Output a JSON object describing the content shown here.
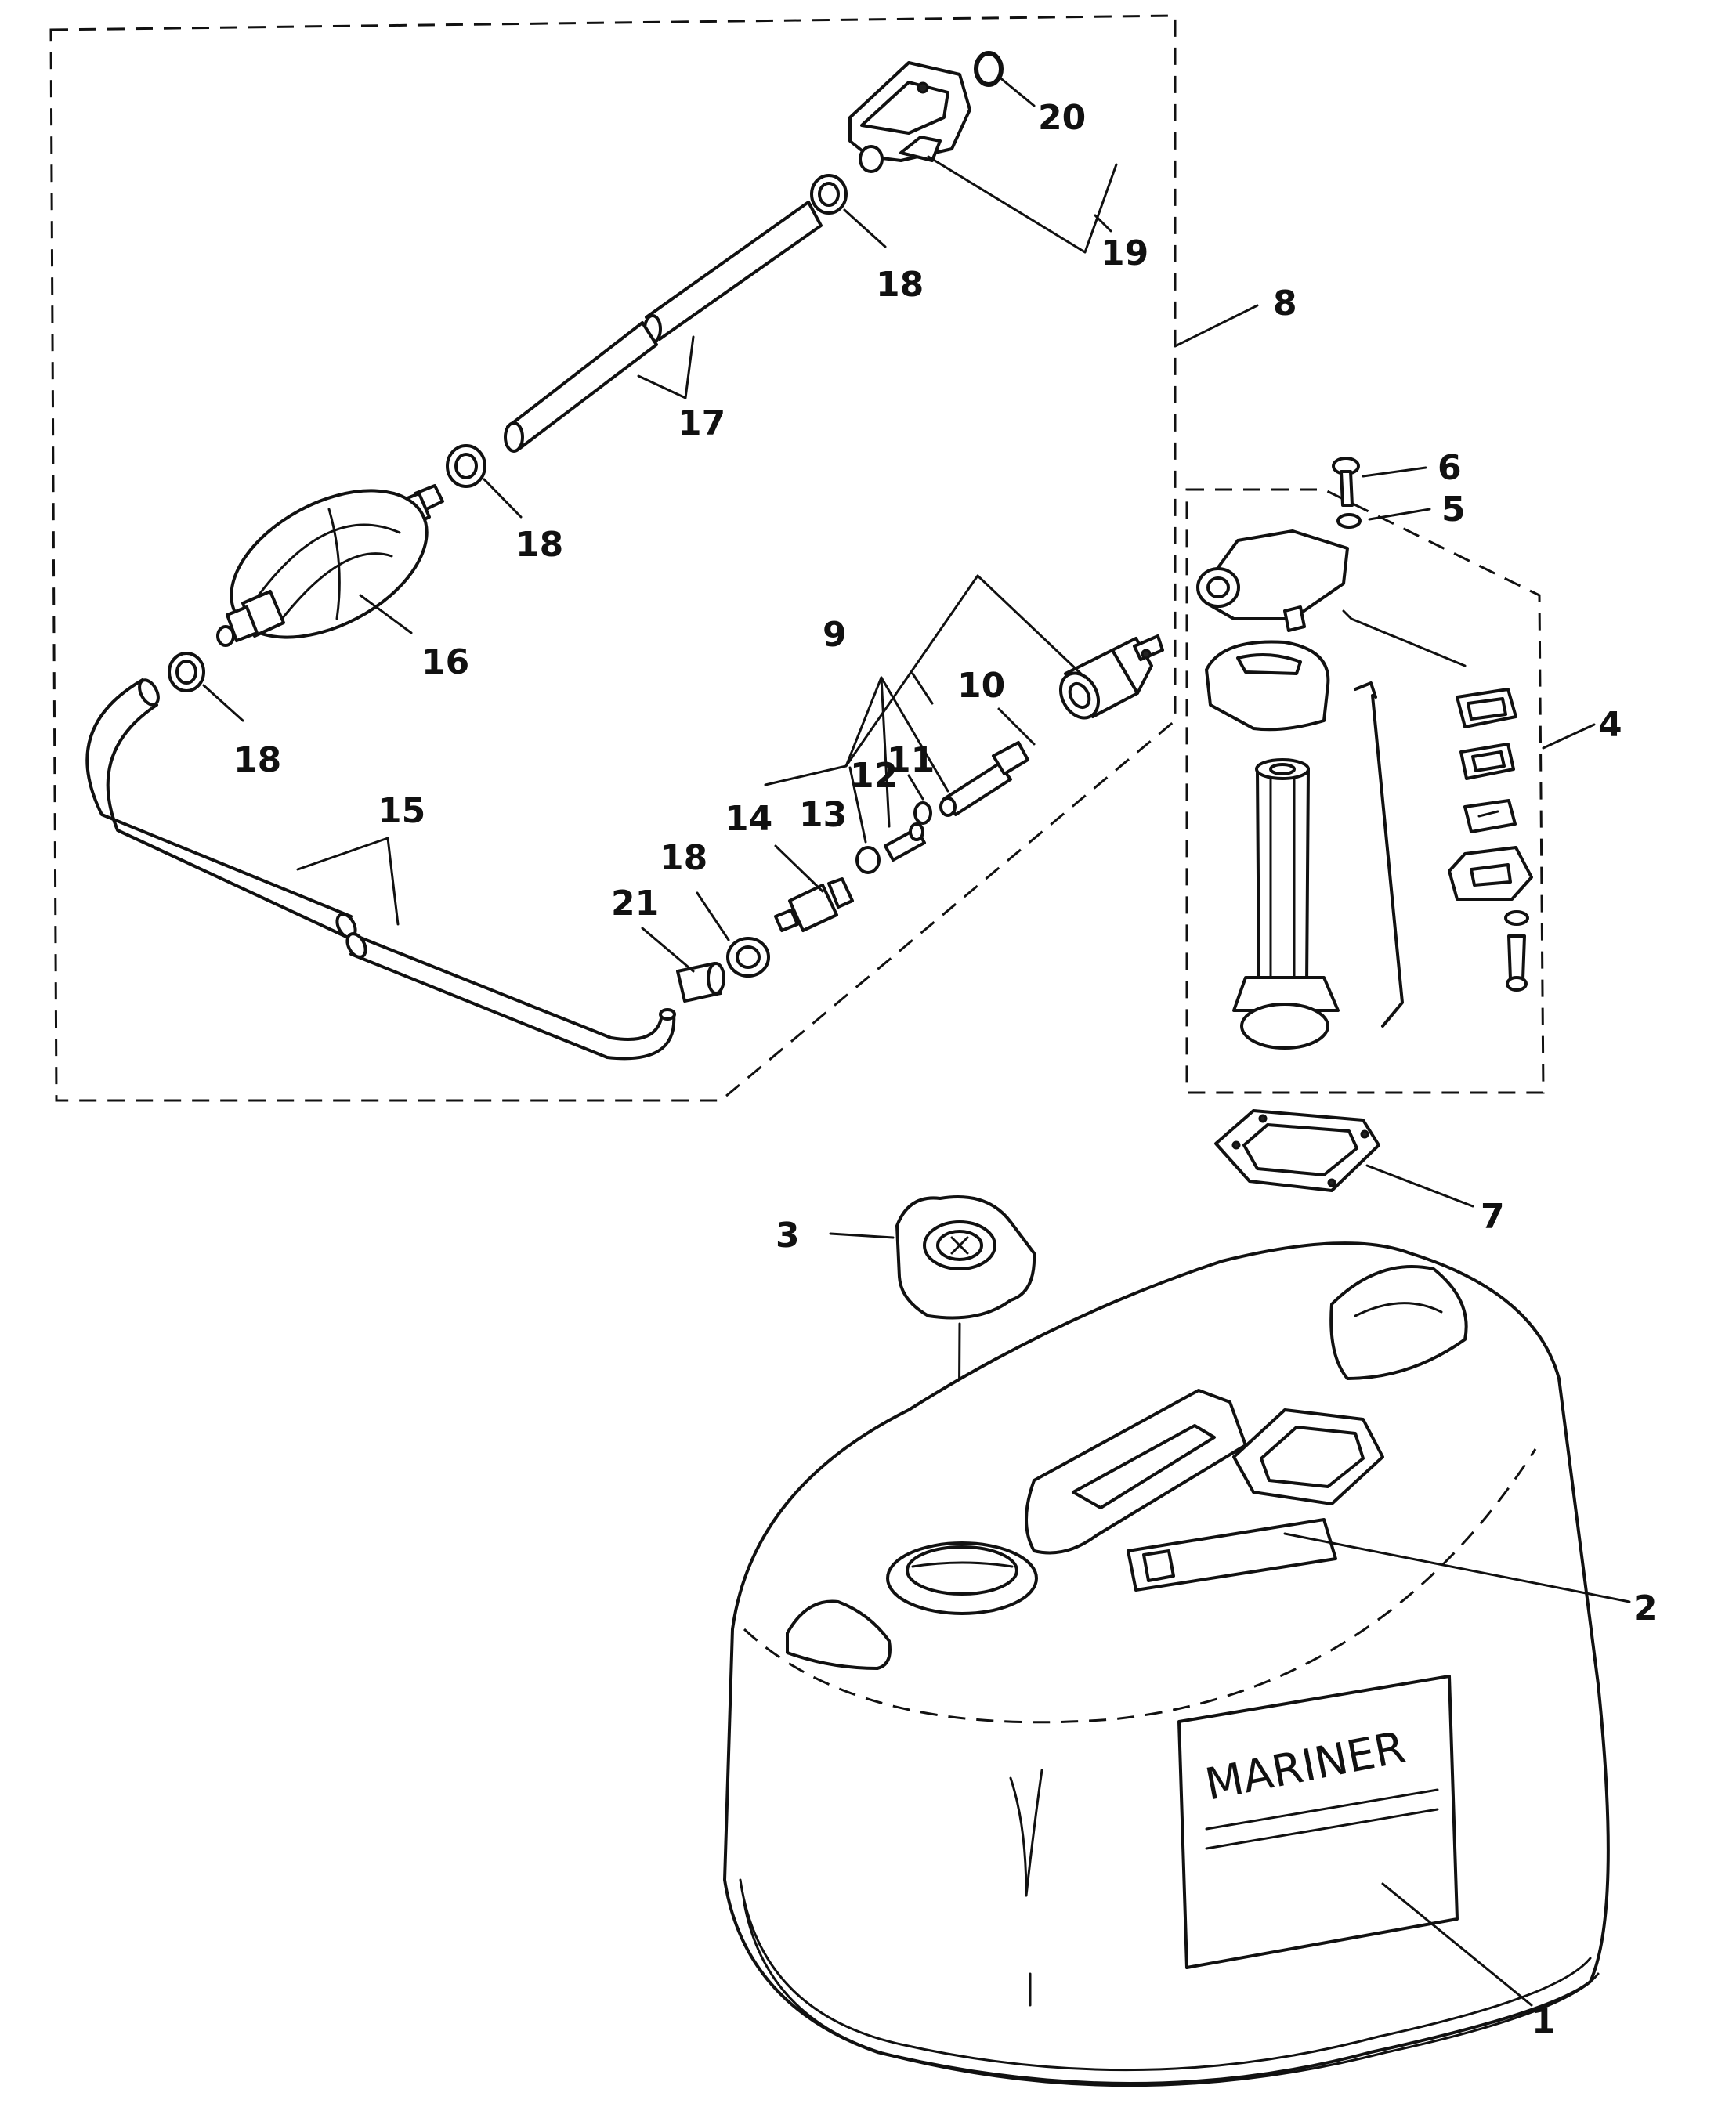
{
  "callouts": {
    "c1": "1",
    "c2": "2",
    "c3": "3",
    "c4": "4",
    "c5": "5",
    "c6": "6",
    "c7": "7",
    "c8": "8",
    "c9": "9",
    "c10": "10",
    "c11": "11",
    "c12": "12",
    "c13": "13",
    "c14": "14",
    "c15": "15",
    "c16": "16",
    "c17": "17",
    "c18a": "18",
    "c18b": "18",
    "c18c": "18",
    "c18d": "18",
    "c19": "19",
    "c20": "20",
    "c21": "21"
  },
  "tank": {
    "brand_text": "MARINER"
  }
}
